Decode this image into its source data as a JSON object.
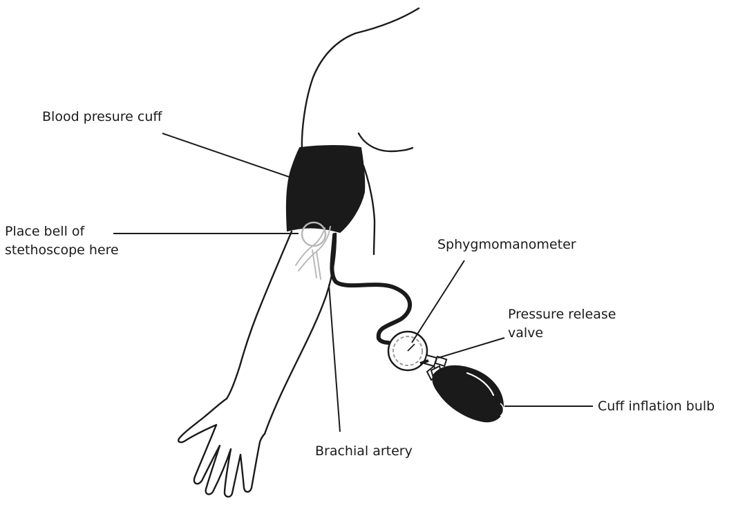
{
  "colors": {
    "line": "#1a1a1a",
    "fill_dark": "#1a1a1a",
    "artery_grey": "#b8b8b8",
    "background": "#ffffff"
  },
  "labels": {
    "cuff": "Blood presure cuff",
    "stethoscope_line1": "Place bell of",
    "stethoscope_line2": "stethoscope here",
    "sphygmomanometer": "Sphygmomanometer",
    "valve_line1": "Pressure release",
    "valve_line2": "valve",
    "bulb": "Cuff inflation bulb",
    "artery": "Brachial artery"
  }
}
